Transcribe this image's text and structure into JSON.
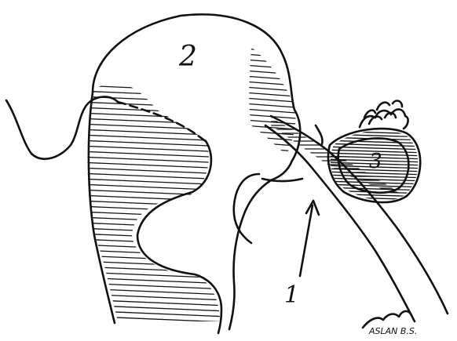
{
  "figure": {
    "labels": {
      "organ_main": "2",
      "cyst": "3",
      "pointer": "1"
    },
    "signature_text": "ASLAN B.S."
  }
}
